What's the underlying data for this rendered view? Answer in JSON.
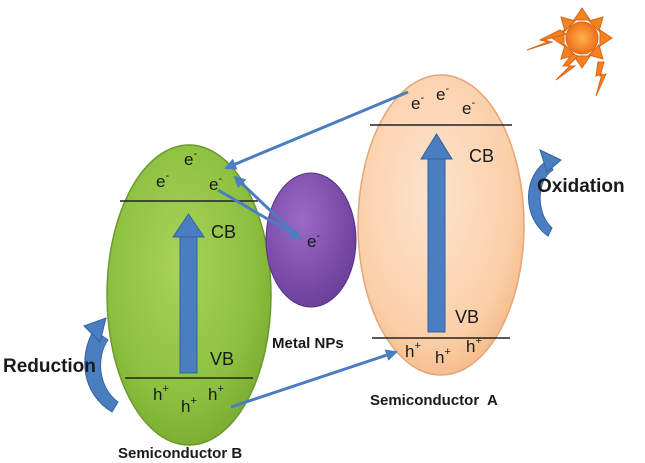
{
  "semiconductor_b": {
    "name": "Semiconductor B",
    "cb": "CB",
    "vb": "VB",
    "electrons": [
      "e",
      "e",
      "e"
    ],
    "holes": [
      "h",
      "h",
      "h"
    ]
  },
  "semiconductor_a": {
    "name": "Semiconductor  A",
    "cb": "CB",
    "vb": "VB",
    "electrons": [
      "e",
      "e",
      "e"
    ],
    "holes": [
      "h",
      "h",
      "h"
    ]
  },
  "metal": {
    "name": "Metal NPs",
    "electron": "e"
  },
  "processes": {
    "oxidation": "Oxidation",
    "reduction": "Reduction"
  },
  "superscripts": {
    "electron": "-",
    "hole": "+"
  },
  "colors": {
    "green": "#8cbf3f",
    "green_edge": "#6a9a2e",
    "peach": "#fbcfa8",
    "peach_edge": "#e2a779",
    "purple": "#7b4ba8",
    "arrow_blue": "#4a7ec0",
    "sun_orange": "#f5821f"
  },
  "icons": [
    "sun-icon",
    "curved-arrow-icon"
  ]
}
